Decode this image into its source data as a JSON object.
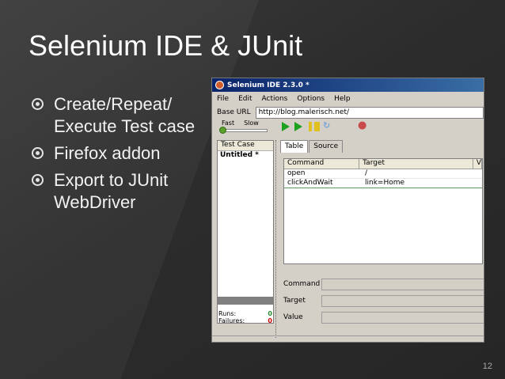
{
  "slide": {
    "title": "Selenium IDE & JUnit",
    "bullets": [
      {
        "text": "Create/Repeat/ Execute Test case"
      },
      {
        "text": "Firefox addon"
      },
      {
        "text": "Export to JUnit WebDriver"
      }
    ],
    "slide_number": "12"
  },
  "selenium": {
    "window_title": "Selenium IDE 2.3.0 *",
    "menu": [
      "File",
      "Edit",
      "Actions",
      "Options",
      "Help"
    ],
    "base_url_label": "Base URL",
    "base_url_value": "http://blog.malerisch.net/",
    "speed_fast": "Fast",
    "speed_slow": "Slow",
    "test_case_header": "Test Case",
    "test_case_item": "Untitled *",
    "runs_label": "Runs:",
    "runs_value": "0",
    "failures_label": "Failures:",
    "failures_value": "0",
    "tabs": [
      "Table",
      "Source"
    ],
    "columns": [
      "Command",
      "Target",
      "V"
    ],
    "rows": [
      {
        "command": "open",
        "target": "/"
      },
      {
        "command": "clickAndWait",
        "target": "link=Home"
      }
    ],
    "fields": {
      "command": "Command",
      "target": "Target",
      "value": "Value"
    }
  },
  "colors": {
    "background": "#2f2f2f",
    "title": "#ffffff",
    "runs": "#2b8a2b",
    "failures": "#cc0000"
  }
}
